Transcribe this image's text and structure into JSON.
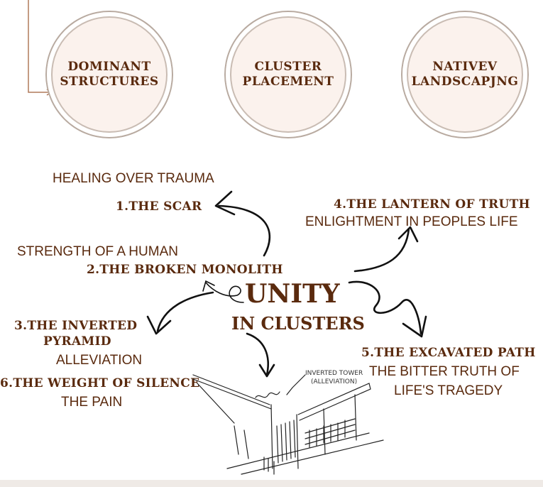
{
  "circles": [
    {
      "line1": "DOMINANT",
      "line2": "STRUCTURES"
    },
    {
      "line1": "CLUSTER",
      "line2": "PLACEMENT"
    },
    {
      "line1": "NATIVEV",
      "line2": "LANDSCAPJNG"
    }
  ],
  "center": {
    "line1": "UNITY",
    "line2": "IN CLUSTERS"
  },
  "items": {
    "scar": {
      "subtitle": "HEALING OVER TRAUMA",
      "title": "1.THE SCAR"
    },
    "monolith": {
      "subtitle": "STRENGTH OF A HUMAN",
      "title": "2.THE BROKEN MONOLITH"
    },
    "pyramid": {
      "title_line1": "3.THE INVERTED",
      "title_line2": "PYRAMID",
      "subtitle": "ALLEVIATION"
    },
    "lantern": {
      "title": "4.THE LANTERN OF TRUTH",
      "subtitle": "ENLIGHTMENT IN PEOPLES LIFE"
    },
    "path": {
      "title": "5.THE EXCAVATED PATH",
      "subtitle_line1": "THE BITTER TRUTH OF",
      "subtitle_line2": "LIFE'S TRAGEDY"
    },
    "silence": {
      "title": "6.THE WEIGHT OF SILENCE",
      "subtitle": "THE PAIN"
    }
  },
  "sketch": {
    "note_line1": "INVERTED TOWER",
    "note_line2": "(ALLEVIATION)"
  },
  "colors": {
    "text": "#5a2a0e",
    "circle_fill": "#fbf2ed",
    "circle_ring": "#b8aaa0",
    "connector": "#b07a5a"
  }
}
